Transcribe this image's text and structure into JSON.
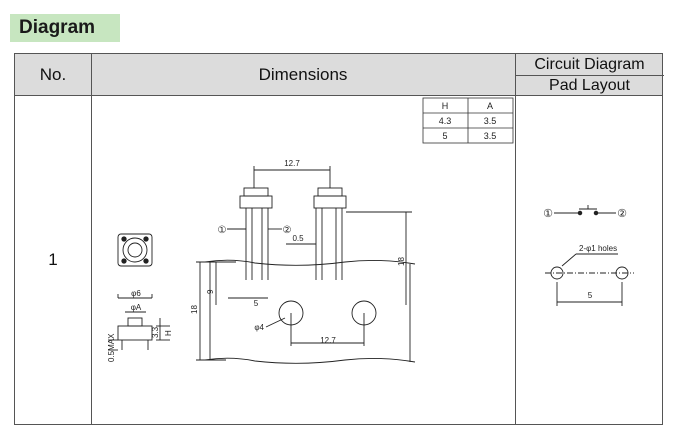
{
  "section_tag": "Diagram",
  "table": {
    "headers": {
      "no": "No.",
      "dimensions": "Dimensions",
      "circuit": "Circuit Diagram",
      "pad": "Pad Layout"
    },
    "row_number": "1"
  },
  "height_table": {
    "headers": [
      "H",
      "A"
    ],
    "rows": [
      [
        "4.3",
        "3.5"
      ],
      [
        "5",
        "3.5"
      ]
    ]
  },
  "dims": {
    "pitch_top": "12.7",
    "lead_offset": "0.5",
    "height_18_right": "18",
    "height_9": "9",
    "height_18_left": "18",
    "spacing_5": "5",
    "hole_dia": "φ4",
    "pitch_bottom": "12.7",
    "pin_1": "①",
    "pin_2": "②"
  },
  "small_views": {
    "phi6": "φ6",
    "phiA": "φA",
    "h33": "3.3",
    "H": "H",
    "max": "0.5MAX"
  },
  "circuit": {
    "pin_1": "①",
    "pin_2": "②"
  },
  "pad": {
    "holes_label": "2-φ1 holes",
    "spacing": "5"
  }
}
